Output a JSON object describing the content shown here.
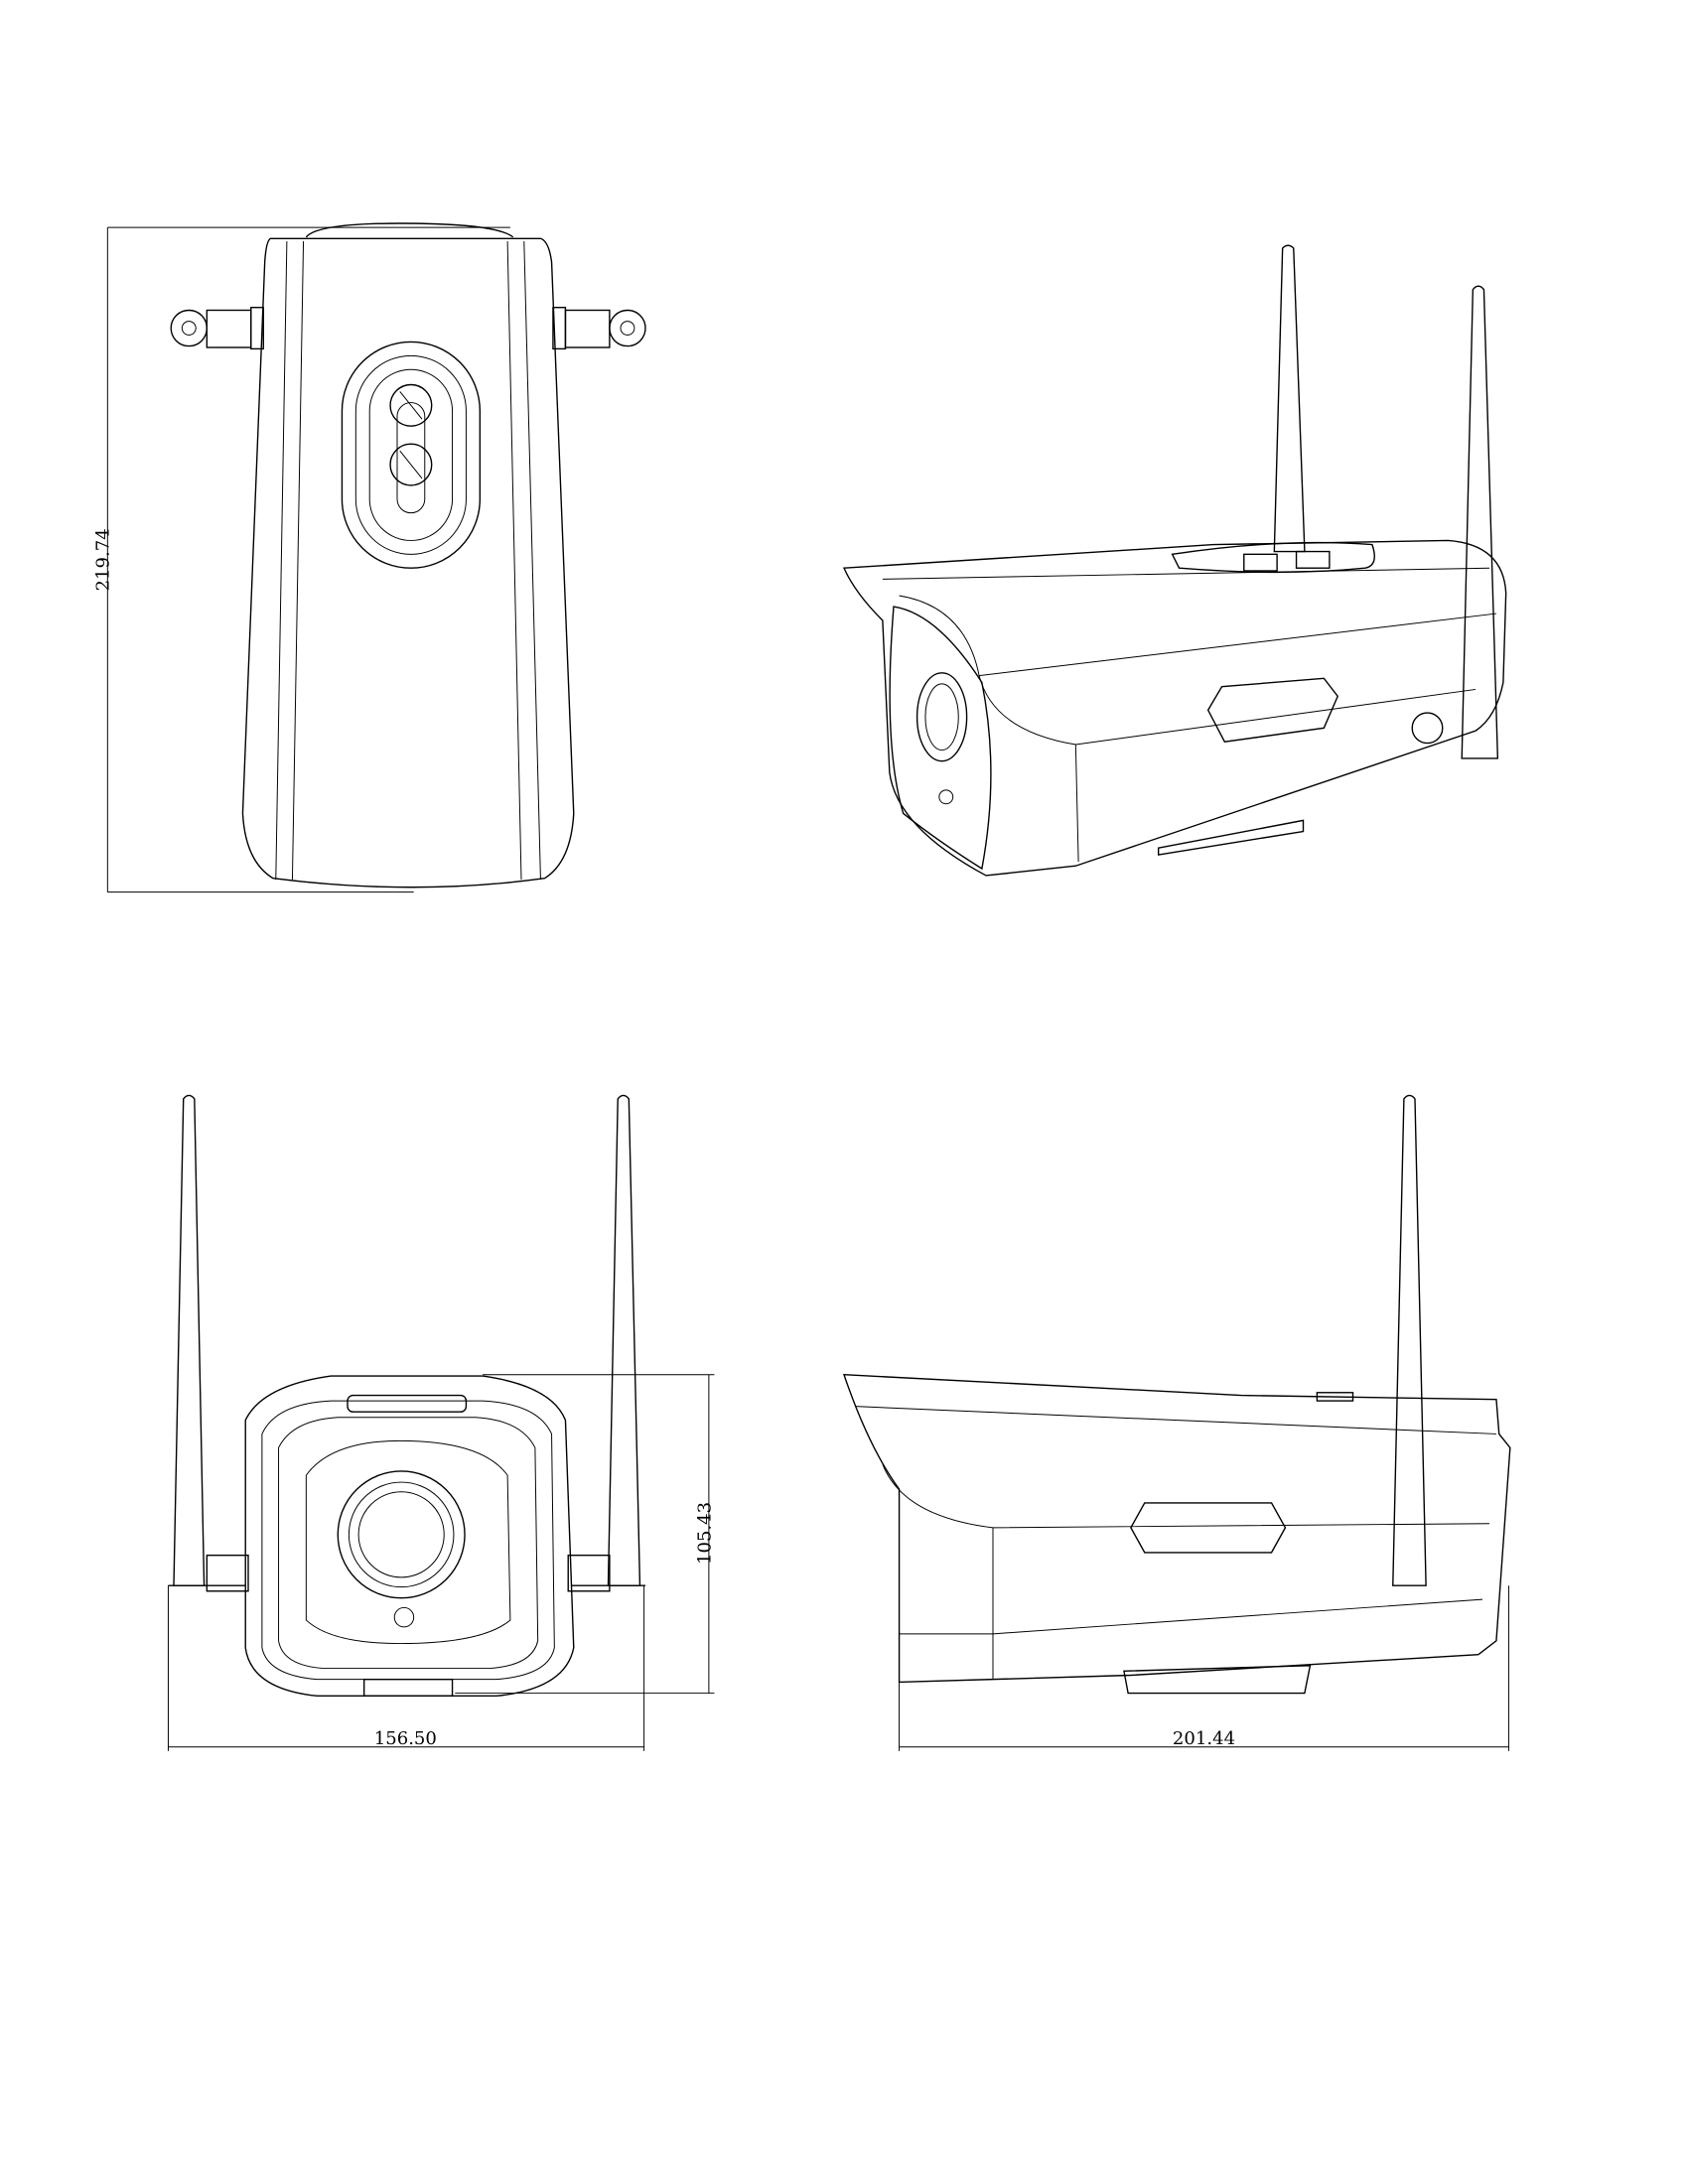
{
  "drawing": {
    "views": [
      "top-view",
      "perspective-view",
      "front-view",
      "side-view"
    ],
    "dimensions": {
      "length": "219.74",
      "height": "105.43",
      "width": "156.50",
      "depth": "201.44"
    },
    "colors": {
      "line": "#000000",
      "background": "#ffffff"
    }
  }
}
